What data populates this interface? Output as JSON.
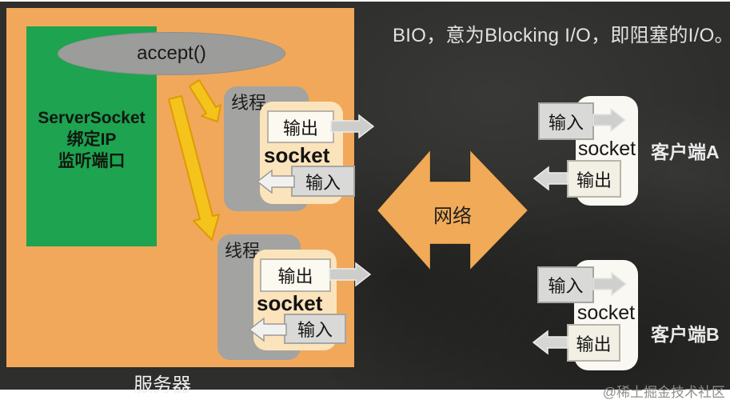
{
  "title": "BIO，意为Blocking I/O，即阻塞的I/O。",
  "server": {
    "panel_label": "服务器",
    "accept_label": "accept()",
    "listener_line1": "ServerSocket",
    "listener_line2": "绑定IP",
    "listener_line3": "监听端口",
    "threads": [
      {
        "label": "线程",
        "socket_label": "socket",
        "output_label": "输出",
        "input_label": "输入"
      },
      {
        "label": "线程",
        "socket_label": "socket",
        "output_label": "输出",
        "input_label": "输入"
      }
    ]
  },
  "network_label": "网络",
  "clients": [
    {
      "name": "客户端A",
      "socket_label": "socket",
      "input_label": "输入",
      "output_label": "输出"
    },
    {
      "name": "客户端B",
      "socket_label": "socket",
      "input_label": "输入",
      "output_label": "输出"
    }
  ],
  "watermark": "@稀土掘金技术社区",
  "colors": {
    "panel_orange": "#F1A85B",
    "green_box": "#1EA351",
    "shape_gray": "#A3A3A1",
    "ellipse_gray": "#9C9C9A",
    "socket_cream": "#FBE3BC",
    "client_socket_white": "#FAF8F2",
    "yellow_arrow": "#F4C31C",
    "yellow_arrow_stroke": "#DE9A07",
    "network_arrow": "#F1AA57",
    "background_dark": "#2E2E2C"
  }
}
